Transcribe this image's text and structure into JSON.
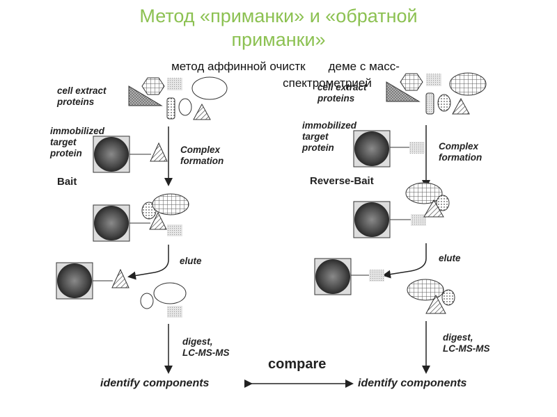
{
  "title": {
    "line1": "Метод «приманки» и «обратной",
    "line2": "приманки»",
    "subtitle_line1": "метод аффинной очистк       деме с масс-",
    "subtitle_line2": "спектрометрией"
  },
  "left": {
    "cell_extract": [
      "cell extract",
      "proteins"
    ],
    "immobilized": [
      "immobilized",
      "target",
      "protein"
    ],
    "complex": [
      "Complex",
      "formation"
    ],
    "bait": "Bait",
    "elute": "elute",
    "digest": [
      "digest,",
      "LC-MS-MS"
    ],
    "identify": "identify components"
  },
  "right": {
    "cell_extract": [
      "cell extract",
      "proteins"
    ],
    "immobilized": [
      "immobilized",
      "target",
      "protein"
    ],
    "complex": [
      "Complex",
      "formation"
    ],
    "bait": "Reverse-Bait",
    "elute": "elute",
    "digest": [
      "digest,",
      "LC-MS-MS"
    ],
    "identify": "identify components"
  },
  "compare": "compare",
  "colors": {
    "title": "#8cc152",
    "text": "#222222"
  }
}
